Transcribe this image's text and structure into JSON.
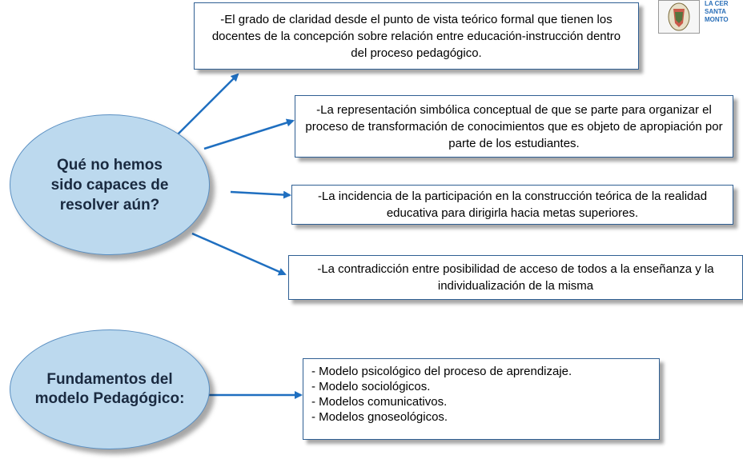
{
  "logo": {
    "lines": [
      "LA CER",
      "SANTA",
      "MONTO"
    ]
  },
  "question": {
    "text": "Qué no hemos sido capaces de resolver aún?",
    "items": [
      "-El grado de claridad desde el punto de vista teórico formal que tienen los docentes de la concepción sobre relación entre educación-instrucción dentro del proceso pedagógico.",
      "-La representación simbólica conceptual de que se parte para organizar el proceso de transformación de conocimientos que es objeto de apropiación por parte de los estudiantes.",
      "-La incidencia de la participación en la construcción teórica de la realidad educativa para dirigirla hacia metas superiores.",
      "-La contradicción entre posibilidad de acceso de todos  a la enseñanza y la individualización de la misma"
    ]
  },
  "fundamentos": {
    "text": "Fundamentos del modelo Pedagógico:",
    "items": [
      "- Modelo psicológico del proceso de aprendizaje.",
      "- Modelo sociológicos.",
      "- Modelos comunicativos.",
      "- Modelos gnoseológicos."
    ]
  },
  "colors": {
    "ellipse_fill": "#bcd9ee",
    "ellipse_border": "#5a8fc2",
    "arrow": "#1f6fc0",
    "box_border": "#2f5f93"
  }
}
